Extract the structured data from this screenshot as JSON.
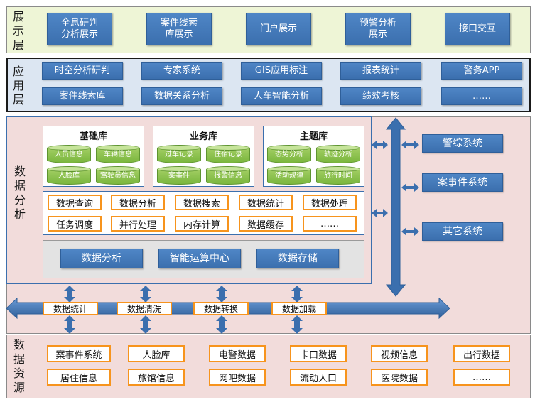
{
  "display_layer": {
    "title": [
      "展",
      "示",
      "层"
    ],
    "items": [
      [
        "全息研判",
        "分析展示"
      ],
      [
        "案件线索",
        "库展示"
      ],
      [
        "门户展示"
      ],
      [
        "预警分析",
        "展示"
      ],
      [
        "接口交互"
      ]
    ]
  },
  "application_layer": {
    "title": [
      "应",
      "用",
      "层"
    ],
    "row1": [
      "时空分析研判",
      "专家系统",
      "GIS应用标注",
      "报表统计",
      "警务APP"
    ],
    "row2": [
      "案件线索库",
      "数据关系分析",
      "人车智能分析",
      "绩效考核",
      "……"
    ]
  },
  "analysis_layer": {
    "title": [
      "数",
      "据",
      "分",
      "析"
    ],
    "base_lib": {
      "title": "基础库",
      "items": [
        "人员信息",
        "车辆信息",
        "人脸库",
        "驾驶员信息"
      ]
    },
    "business_lib": {
      "title": "业务库",
      "items": [
        "过车记录",
        "住宿记录",
        "案事件",
        "报警信息"
      ]
    },
    "theme_lib": {
      "title": "主题库",
      "items": [
        "态势分析",
        "轨迹分析",
        "活动规律",
        "旅行时间"
      ]
    },
    "ops_row1": [
      "数据查询",
      "数据分析",
      "数据搜索",
      "数据统计",
      "数据处理"
    ],
    "ops_row2": [
      "任务调度",
      "并行处理",
      "内存计算",
      "数据缓存",
      "……"
    ],
    "centers": [
      "数据分析",
      "智能运算中心",
      "数据存储"
    ]
  },
  "external_systems": [
    "警综系统",
    "案事件系统",
    "其它系统"
  ],
  "bus_labels": [
    "数据统计",
    "数据清洗",
    "数据转换",
    "数据加载"
  ],
  "resource_layer": {
    "title": [
      "数",
      "据",
      "资",
      "源"
    ],
    "row1": [
      "案事件系统",
      "人脸库",
      "电警数据",
      "卡口数据",
      "视频信息",
      "出行数据"
    ],
    "row2": [
      "居住信息",
      "旅馆信息",
      "网吧数据",
      "流动人口",
      "医院数据",
      "……"
    ]
  },
  "colors": {
    "display_bg": "#eef5d6",
    "app_bg": "#dce6f2",
    "analysis_bg": "#f2dcdb",
    "resource_bg": "#f2dcdb",
    "arrow": "#3b6fae",
    "accent_orange": "#f7941d"
  }
}
